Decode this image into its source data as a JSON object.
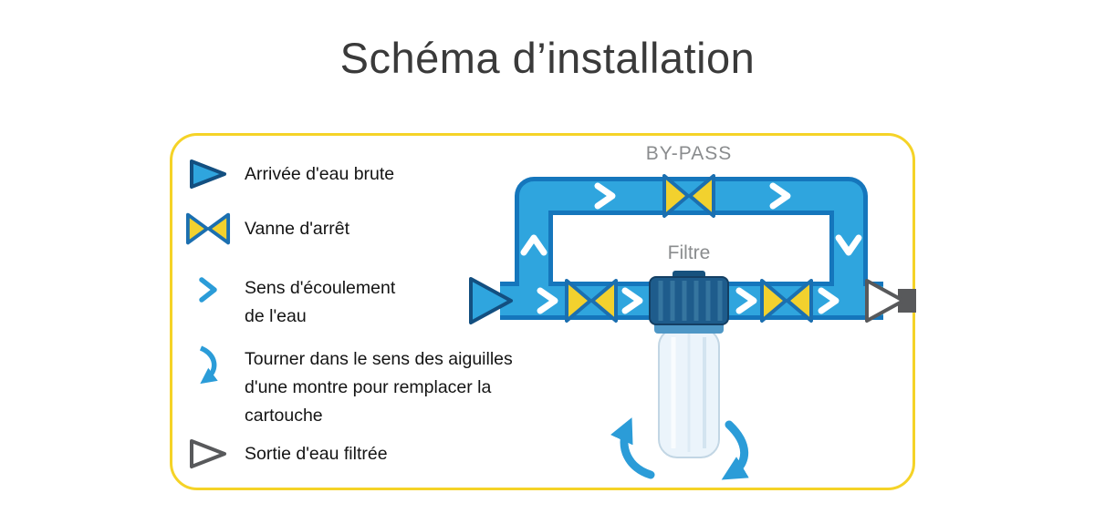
{
  "title": "Schéma d’installation",
  "legend": {
    "items": [
      {
        "icon": "raw-water-inlet-icon",
        "label": "Arrivée d'eau brute"
      },
      {
        "icon": "shutoff-valve-icon",
        "label": "Vanne d'arrêt"
      },
      {
        "icon": "flow-direction-icon",
        "label": "Sens d'écoulement de l'eau"
      },
      {
        "icon": "rotate-clockwise-icon",
        "label": "Tourner dans le sens des aiguilles d'une montre pour remplacer la cartouche"
      },
      {
        "icon": "filtered-water-outlet-icon",
        "label": "Sortie d'eau filtrée"
      }
    ]
  },
  "diagram": {
    "bypass_label": "BY-PASS",
    "filter_label": "Filtre"
  },
  "colors": {
    "pipe-fill": "#2FA5DE",
    "pipe-outline": "#1576BC",
    "valve-yellow": "#F2D12E",
    "valve-outline": "#1B6FB0",
    "triangle-outline": "#134F80",
    "outlet-gray": "#58595B",
    "box-border": "#F5D327",
    "label-gray": "#8A8C8E",
    "title-color": "#3A3A3A",
    "arrow-blue": "#2B9CD8",
    "filter-cap": "#1E5C8C",
    "filter-body": "#EBF4FB"
  }
}
